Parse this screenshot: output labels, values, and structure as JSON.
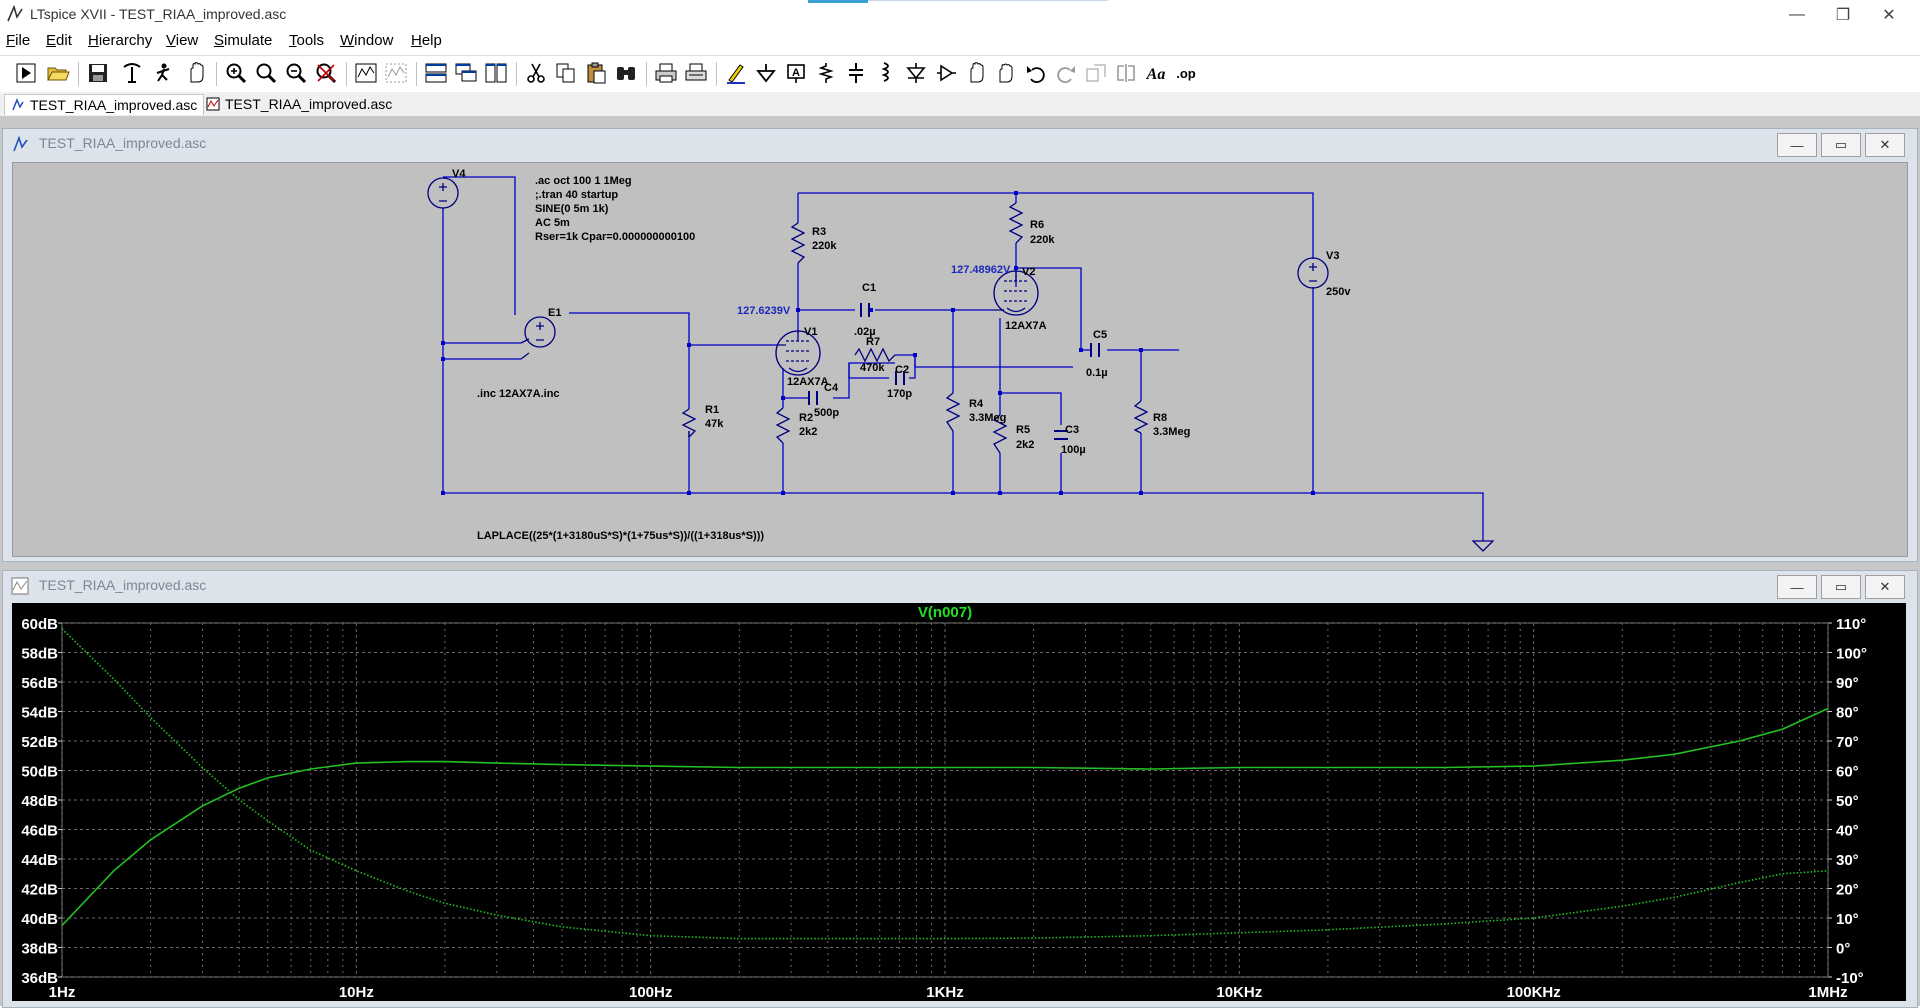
{
  "window": {
    "title": "LTspice XVII - TEST_RIAA_improved.asc",
    "minimize": "—",
    "maximize": "❐",
    "close": "✕"
  },
  "menu": [
    {
      "label": "File",
      "u": "F",
      "rest": "ile"
    },
    {
      "label": "Edit",
      "u": "E",
      "rest": "dit"
    },
    {
      "label": "Hierarchy",
      "u": "H",
      "rest": "ierarchy"
    },
    {
      "label": "View",
      "u": "V",
      "rest": "iew"
    },
    {
      "label": "Simulate",
      "u": "S",
      "rest": "imulate"
    },
    {
      "label": "Tools",
      "u": "T",
      "rest": "ools"
    },
    {
      "label": "Window",
      "u": "W",
      "rest": "indow"
    },
    {
      "label": "Help",
      "u": "H",
      "rest": "elp"
    }
  ],
  "tabs": [
    {
      "label": "TEST_RIAA_improved.asc",
      "icon": "schematic-icon"
    },
    {
      "label": "TEST_RIAA_improved.asc",
      "icon": "waveform-icon"
    }
  ],
  "schematic_window": {
    "title": "TEST_RIAA_improved.asc"
  },
  "waveform_window": {
    "title": "TEST_RIAA_improved.asc"
  },
  "schematic": {
    "directives": [
      ".ac oct 100 1 1Meg",
      ";.tran 40 startup",
      "SINE(0 5m 1k)",
      "AC 5m",
      "Rser=1k Cpar=0.000000000100"
    ],
    "inc": ".inc 12AX7A.inc",
    "laplace": "LAPLACE((25*(1+3180uS*S)*(1+75us*S))/((1+318us*S)))",
    "labels": {
      "V4": "V4",
      "E1": "E1",
      "V3": "V3",
      "V3val": "250v",
      "R1": "R1",
      "R1val": "47k",
      "R2": "R2",
      "R2val": "2k2",
      "R3": "R3",
      "R3val": "220k",
      "R4": "R4",
      "R4val": "3.3Meg",
      "R5": "R5",
      "R5val": "2k2",
      "R6": "R6",
      "R6val": "220k",
      "R7": "R7",
      "R7val": "470k",
      "R8": "R8",
      "R8val": "3.3Meg",
      "C1": "C1",
      "C1val": ".02µ",
      "C2": "C2",
      "C2val": "170p",
      "C3": "C3",
      "C3val": "100µ",
      "C4": "C4",
      "C4val": "500p",
      "C5": "C5",
      "C5val": "0.1µ",
      "V1": "V1",
      "V1val": "12AX7A",
      "V2": "V2",
      "V2val": "12AX7A",
      "node1": "127.6239V",
      "node2": "127.48962V"
    }
  },
  "chart_data": {
    "type": "line",
    "title": "V(n007)",
    "x_scale": "log",
    "xlim": [
      1,
      1000000
    ],
    "x_ticks": [
      "1Hz",
      "10Hz",
      "100Hz",
      "1KHz",
      "10KHz",
      "100KHz",
      "1MHz"
    ],
    "y_left_ticks": [
      "60dB",
      "58dB",
      "56dB",
      "54dB",
      "52dB",
      "50dB",
      "48dB",
      "46dB",
      "44dB",
      "42dB",
      "40dB",
      "38dB",
      "36dB"
    ],
    "y_right_ticks": [
      "110°",
      "100°",
      "90°",
      "80°",
      "70°",
      "60°",
      "50°",
      "40°",
      "30°",
      "20°",
      "10°",
      "0°",
      "-10°"
    ],
    "ylim_left": [
      36,
      60
    ],
    "ylim_right": [
      -10,
      110
    ],
    "grid": true,
    "series": [
      {
        "axis": "left",
        "style": "solid",
        "color": "#22c022",
        "x": [
          1,
          1.5,
          2,
          3,
          4,
          5,
          7,
          10,
          15,
          20,
          30,
          50,
          100,
          200,
          500,
          1000,
          2000,
          5000,
          10000,
          20000,
          50000,
          100000,
          200000,
          300000,
          500000,
          700000,
          1000000
        ],
        "y": [
          39.5,
          43.2,
          45.3,
          47.6,
          48.8,
          49.5,
          50.1,
          50.5,
          50.6,
          50.6,
          50.5,
          50.4,
          50.3,
          50.2,
          50.2,
          50.2,
          50.2,
          50.1,
          50.2,
          50.2,
          50.2,
          50.3,
          50.7,
          51.1,
          52.0,
          52.8,
          54.2
        ]
      },
      {
        "axis": "right",
        "style": "dotted",
        "color": "#22c022",
        "x": [
          1,
          1.5,
          2,
          3,
          4,
          5,
          7,
          10,
          15,
          20,
          30,
          50,
          100,
          200,
          500,
          1000,
          2000,
          5000,
          10000,
          20000,
          50000,
          100000,
          200000,
          300000,
          500000,
          700000,
          1000000
        ],
        "y": [
          108,
          91,
          78,
          61,
          50,
          43,
          33,
          26,
          19,
          15,
          11,
          7,
          4,
          3,
          3,
          3,
          3.2,
          4,
          5,
          6,
          8,
          10,
          14,
          17,
          22,
          25,
          26
        ]
      }
    ]
  }
}
